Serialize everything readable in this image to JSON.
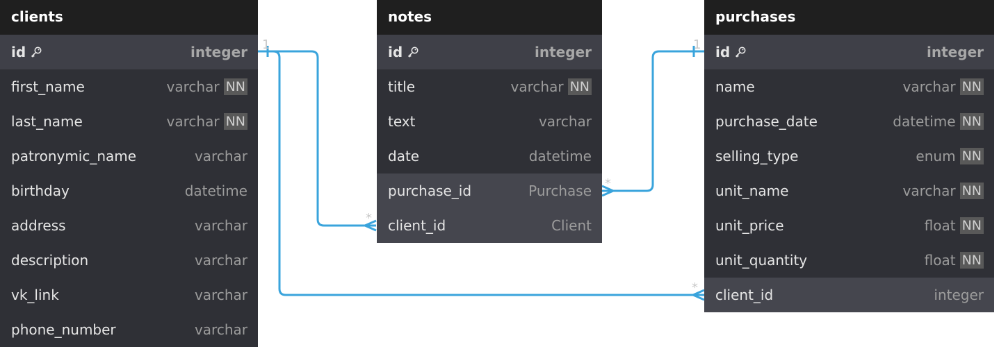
{
  "tables": [
    {
      "name": "clients",
      "columns": [
        {
          "name": "id",
          "type": "integer",
          "pk": true,
          "nn": false,
          "fk": false
        },
        {
          "name": "first_name",
          "type": "varchar",
          "pk": false,
          "nn": true,
          "fk": false
        },
        {
          "name": "last_name",
          "type": "varchar",
          "pk": false,
          "nn": true,
          "fk": false
        },
        {
          "name": "patronymic_name",
          "type": "varchar",
          "pk": false,
          "nn": false,
          "fk": false
        },
        {
          "name": "birthday",
          "type": "datetime",
          "pk": false,
          "nn": false,
          "fk": false
        },
        {
          "name": "address",
          "type": "varchar",
          "pk": false,
          "nn": false,
          "fk": false
        },
        {
          "name": "description",
          "type": "varchar",
          "pk": false,
          "nn": false,
          "fk": false
        },
        {
          "name": "vk_link",
          "type": "varchar",
          "pk": false,
          "nn": false,
          "fk": false
        },
        {
          "name": "phone_number",
          "type": "varchar",
          "pk": false,
          "nn": false,
          "fk": false
        }
      ]
    },
    {
      "name": "notes",
      "columns": [
        {
          "name": "id",
          "type": "integer",
          "pk": true,
          "nn": false,
          "fk": false
        },
        {
          "name": "title",
          "type": "varchar",
          "pk": false,
          "nn": true,
          "fk": false
        },
        {
          "name": "text",
          "type": "varchar",
          "pk": false,
          "nn": false,
          "fk": false
        },
        {
          "name": "date",
          "type": "datetime",
          "pk": false,
          "nn": false,
          "fk": false
        },
        {
          "name": "purchase_id",
          "type": "Purchase",
          "pk": false,
          "nn": false,
          "fk": true
        },
        {
          "name": "client_id",
          "type": "Client",
          "pk": false,
          "nn": false,
          "fk": true
        }
      ]
    },
    {
      "name": "purchases",
      "columns": [
        {
          "name": "id",
          "type": "integer",
          "pk": true,
          "nn": false,
          "fk": false
        },
        {
          "name": "name",
          "type": "varchar",
          "pk": false,
          "nn": true,
          "fk": false
        },
        {
          "name": "purchase_date",
          "type": "datetime",
          "pk": false,
          "nn": true,
          "fk": false
        },
        {
          "name": "selling_type",
          "type": "enum",
          "pk": false,
          "nn": true,
          "fk": false
        },
        {
          "name": "unit_name",
          "type": "varchar",
          "pk": false,
          "nn": true,
          "fk": false
        },
        {
          "name": "unit_price",
          "type": "float",
          "pk": false,
          "nn": true,
          "fk": false
        },
        {
          "name": "unit_quantity",
          "type": "float",
          "pk": false,
          "nn": true,
          "fk": false
        },
        {
          "name": "client_id",
          "type": "integer",
          "pk": false,
          "nn": false,
          "fk": true
        }
      ]
    }
  ],
  "nn_label": "NN",
  "relationships": [
    {
      "from": "clients.id",
      "to": "notes.client_id",
      "from_card": "1",
      "to_card": "*"
    },
    {
      "from": "clients.id",
      "to": "purchases.client_id",
      "from_card": "1",
      "to_card": "*"
    },
    {
      "from": "purchases.id",
      "to": "notes.purchase_id",
      "from_card": "1",
      "to_card": "*"
    }
  ],
  "colors": {
    "link": "#3aa4dc",
    "header": "#1f1f1f",
    "body": "#2f3036",
    "pk_row": "#3f4048",
    "fk_row": "#45464e"
  }
}
